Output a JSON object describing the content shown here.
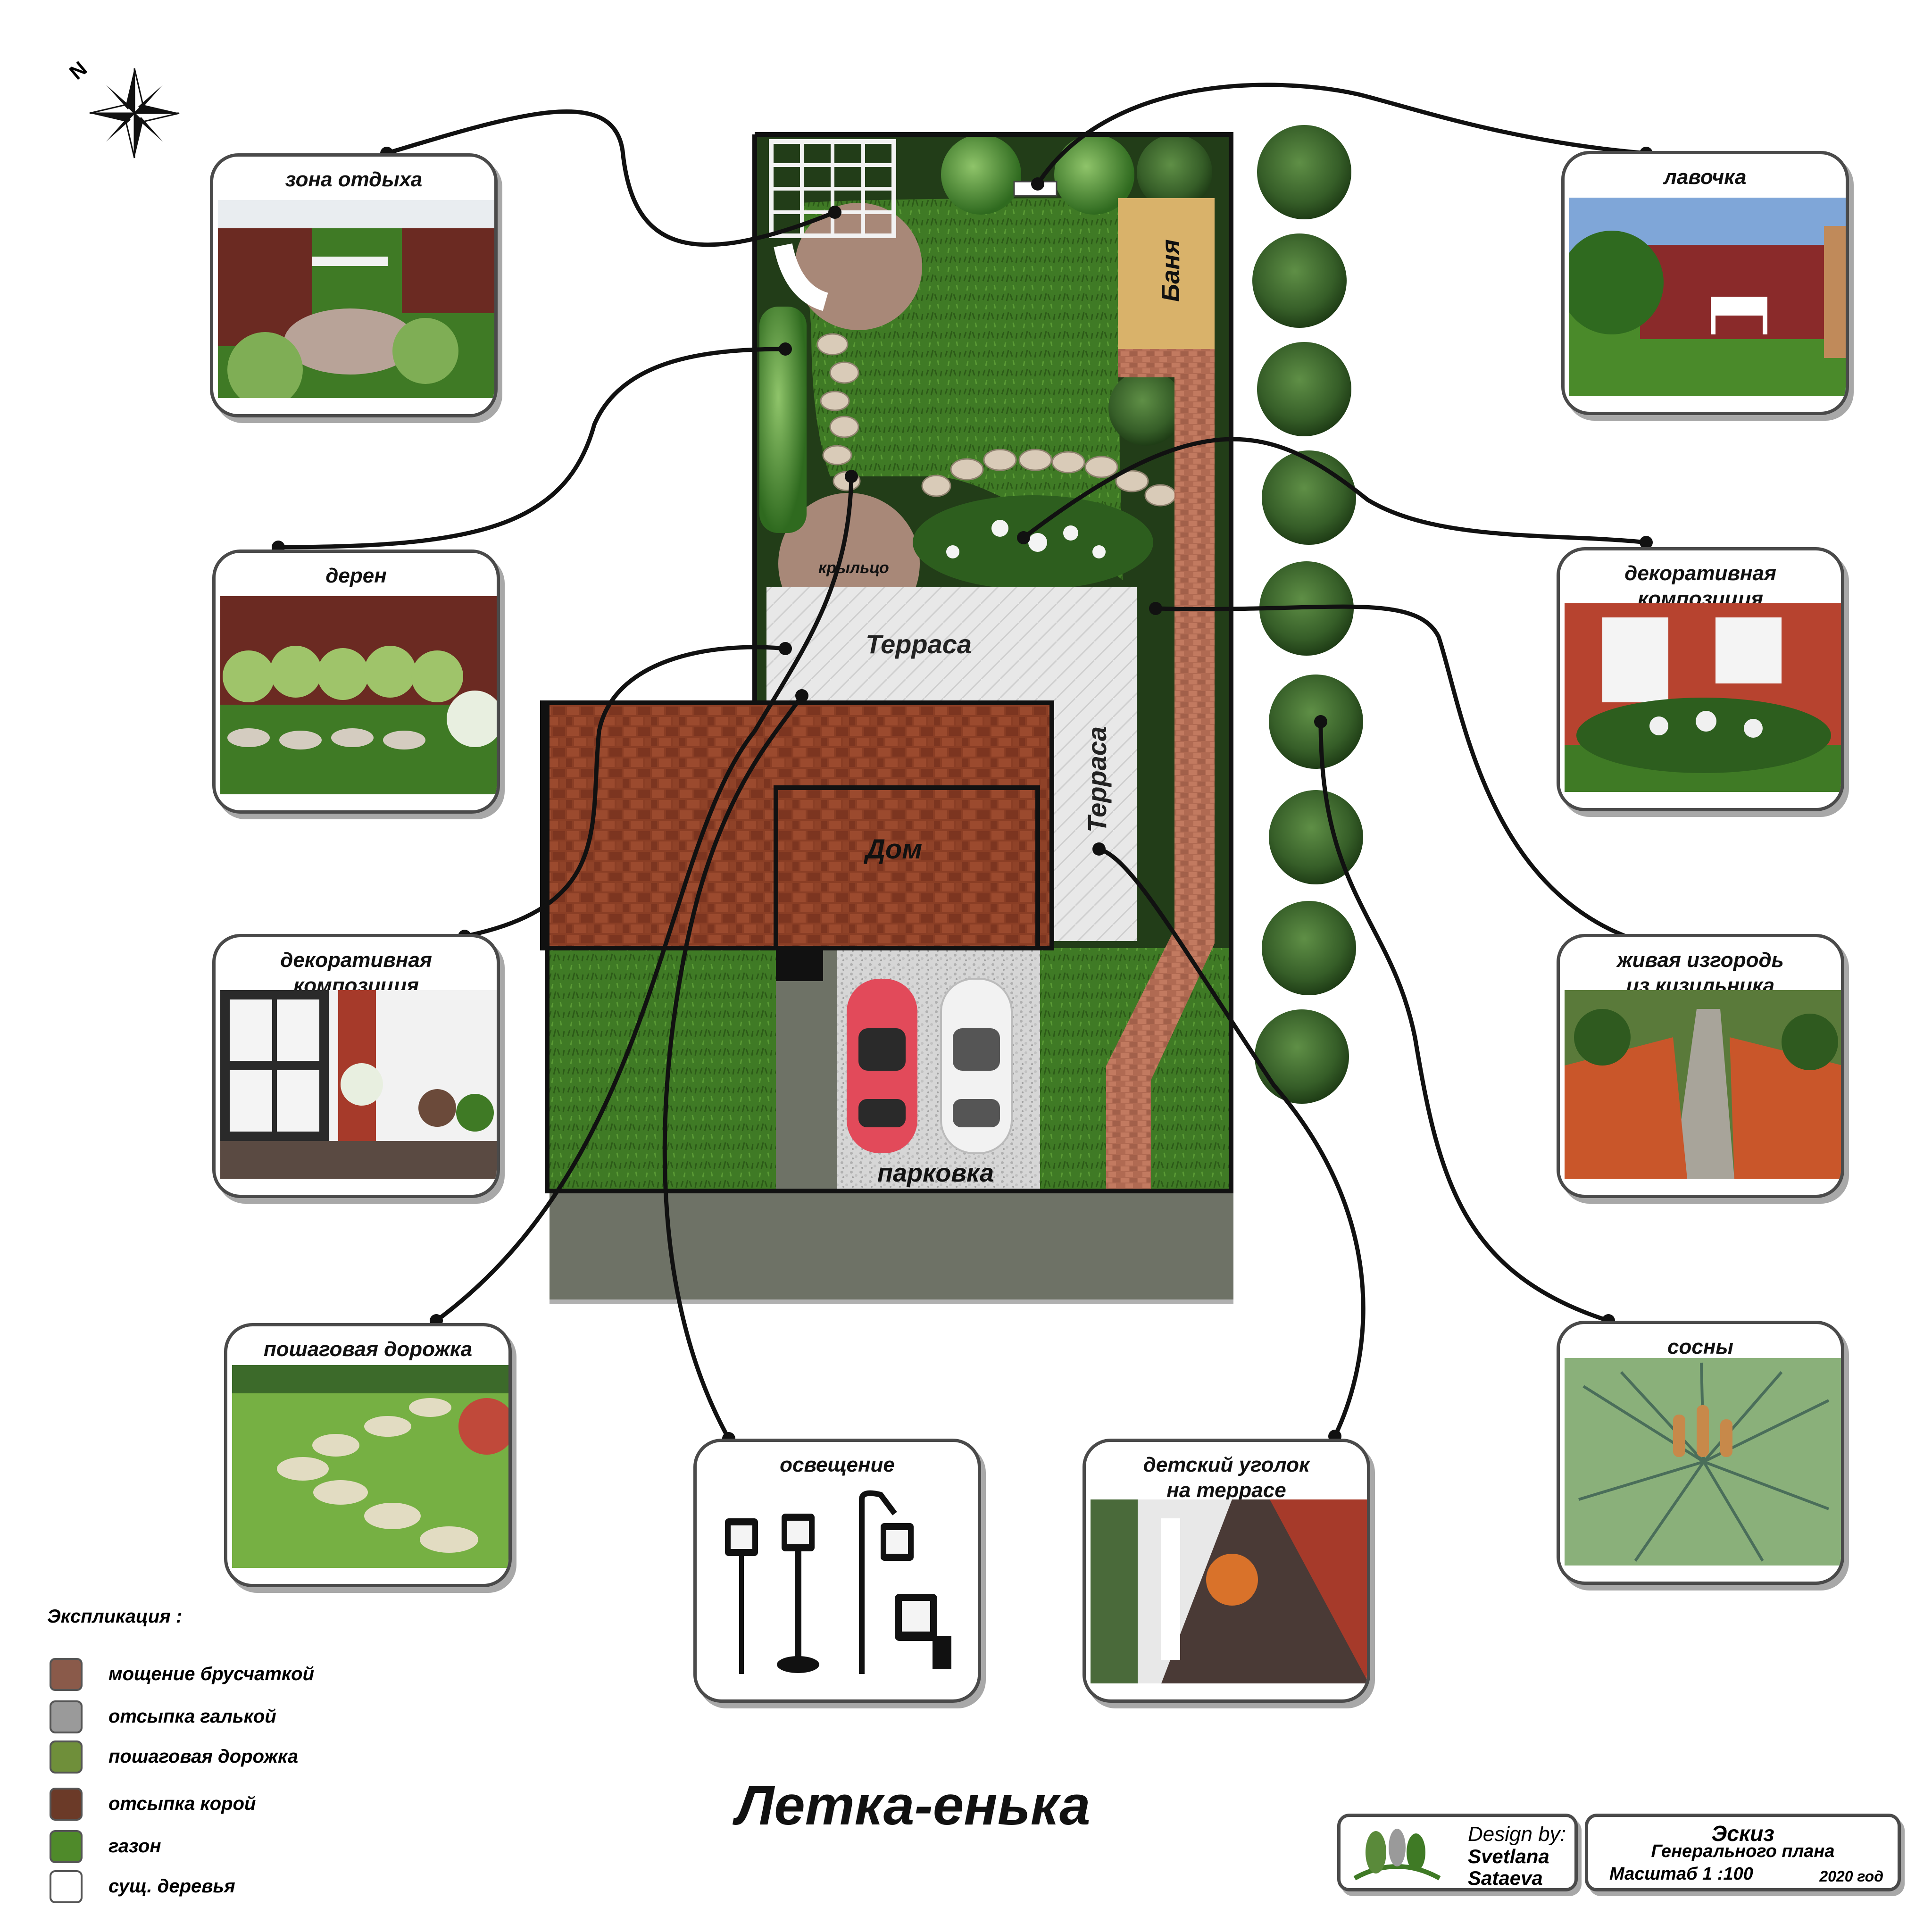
{
  "plan_labels": {
    "banya": "Баня",
    "kryltso": "крыльцо",
    "terrace_top": "Терраса",
    "terrace_side": "Терраса",
    "house": "Дом",
    "parking": "парковка"
  },
  "compass": {
    "north": "N"
  },
  "cards": [
    {
      "id": "rest-zone",
      "title": "зона отдыха"
    },
    {
      "id": "deren",
      "title": "дерен"
    },
    {
      "id": "deco-left",
      "title": "декоративная\nкомпозиция"
    },
    {
      "id": "step-path",
      "title": "пошаговая дорожка"
    },
    {
      "id": "lighting",
      "title": "освещение"
    },
    {
      "id": "kids-corner",
      "title": "детский уголок\nна террасе"
    },
    {
      "id": "bench",
      "title": "лавочка"
    },
    {
      "id": "deco-right",
      "title": "декоративная\nкомпозиция"
    },
    {
      "id": "hedge",
      "title": "живая изгородь\nиз кизильника"
    },
    {
      "id": "pines",
      "title": "сосны"
    }
  ],
  "legend": {
    "title": "Экспликация :",
    "items": [
      {
        "label": "мощение брусчаткой",
        "color": "#8a5a4a"
      },
      {
        "label": "отсыпка галькой",
        "color": "#9a9a9a"
      },
      {
        "label": "пошаговая дорожка",
        "color": "#6f8f3a"
      },
      {
        "label": "отсыпка корой",
        "color": "#6b3a28"
      },
      {
        "label": "газон",
        "color": "#4f8a2a"
      },
      {
        "label": "сущ. деревья",
        "color": "#ffffff"
      }
    ]
  },
  "main_title": "Летка-енька",
  "credits": {
    "design_by": "Design by:",
    "name_first": "Svetlana",
    "name_last": "Sataeva",
    "doc_title": "Эскиз",
    "doc_subtitle": "Генерального плана",
    "scale": "Масштаб 1 :100",
    "year": "2020 год"
  },
  "colors": {
    "lawn": "#3f7a25",
    "roof": "#8a3e25",
    "terrace": "#e6e6e6",
    "banya": "#d9b26a",
    "path": "#b57058",
    "gravel": "#d2d2d2",
    "street": "#6e7266"
  }
}
